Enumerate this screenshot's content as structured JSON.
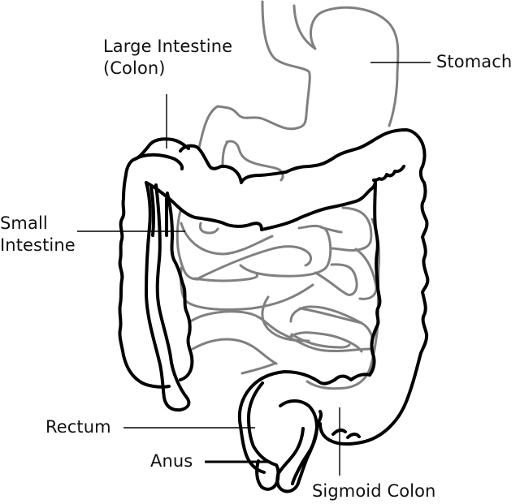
{
  "diagram": {
    "subject": "Human digestive tract (lower) — stomach, small and large intestine",
    "colors": {
      "background": "#ffffff",
      "organ_outline_primary": "#000000",
      "organ_outline_secondary": "#808080",
      "label_text": "#111111",
      "leader_line": "#000000"
    },
    "labels": {
      "large_intestine": {
        "line1": "Large Intestine",
        "line2": "(Colon)"
      },
      "stomach": {
        "text": "Stomach"
      },
      "small_intestine": {
        "line1": "Small",
        "line2": "Intestine"
      },
      "rectum": {
        "text": "Rectum"
      },
      "anus": {
        "text": "Anus"
      },
      "sigmoid_colon": {
        "text": "Sigmoid Colon"
      }
    }
  }
}
